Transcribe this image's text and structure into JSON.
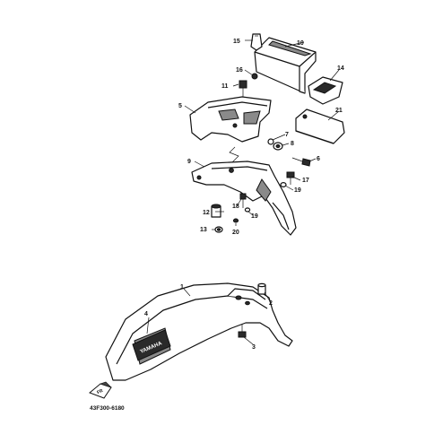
{
  "callouts": {
    "c1": "1",
    "c2": "2",
    "c3": "3",
    "c4": "4",
    "c5": "5",
    "c6": "6",
    "c7": "7",
    "c8": "8",
    "c9": "9",
    "c10": "10",
    "c11": "11",
    "c12": "12",
    "c13": "13",
    "c14": "14",
    "c15": "15",
    "c16": "16",
    "c17": "17",
    "c18": "18",
    "c19a": "19",
    "c19b": "19",
    "c20": "20",
    "c21": "21"
  },
  "fender_decal_text": "YAMAHA",
  "front_indicator_text": "FR",
  "drawing_code": "43F300-6180",
  "colors": {
    "ink": "#111111",
    "paper": "#ffffff"
  }
}
